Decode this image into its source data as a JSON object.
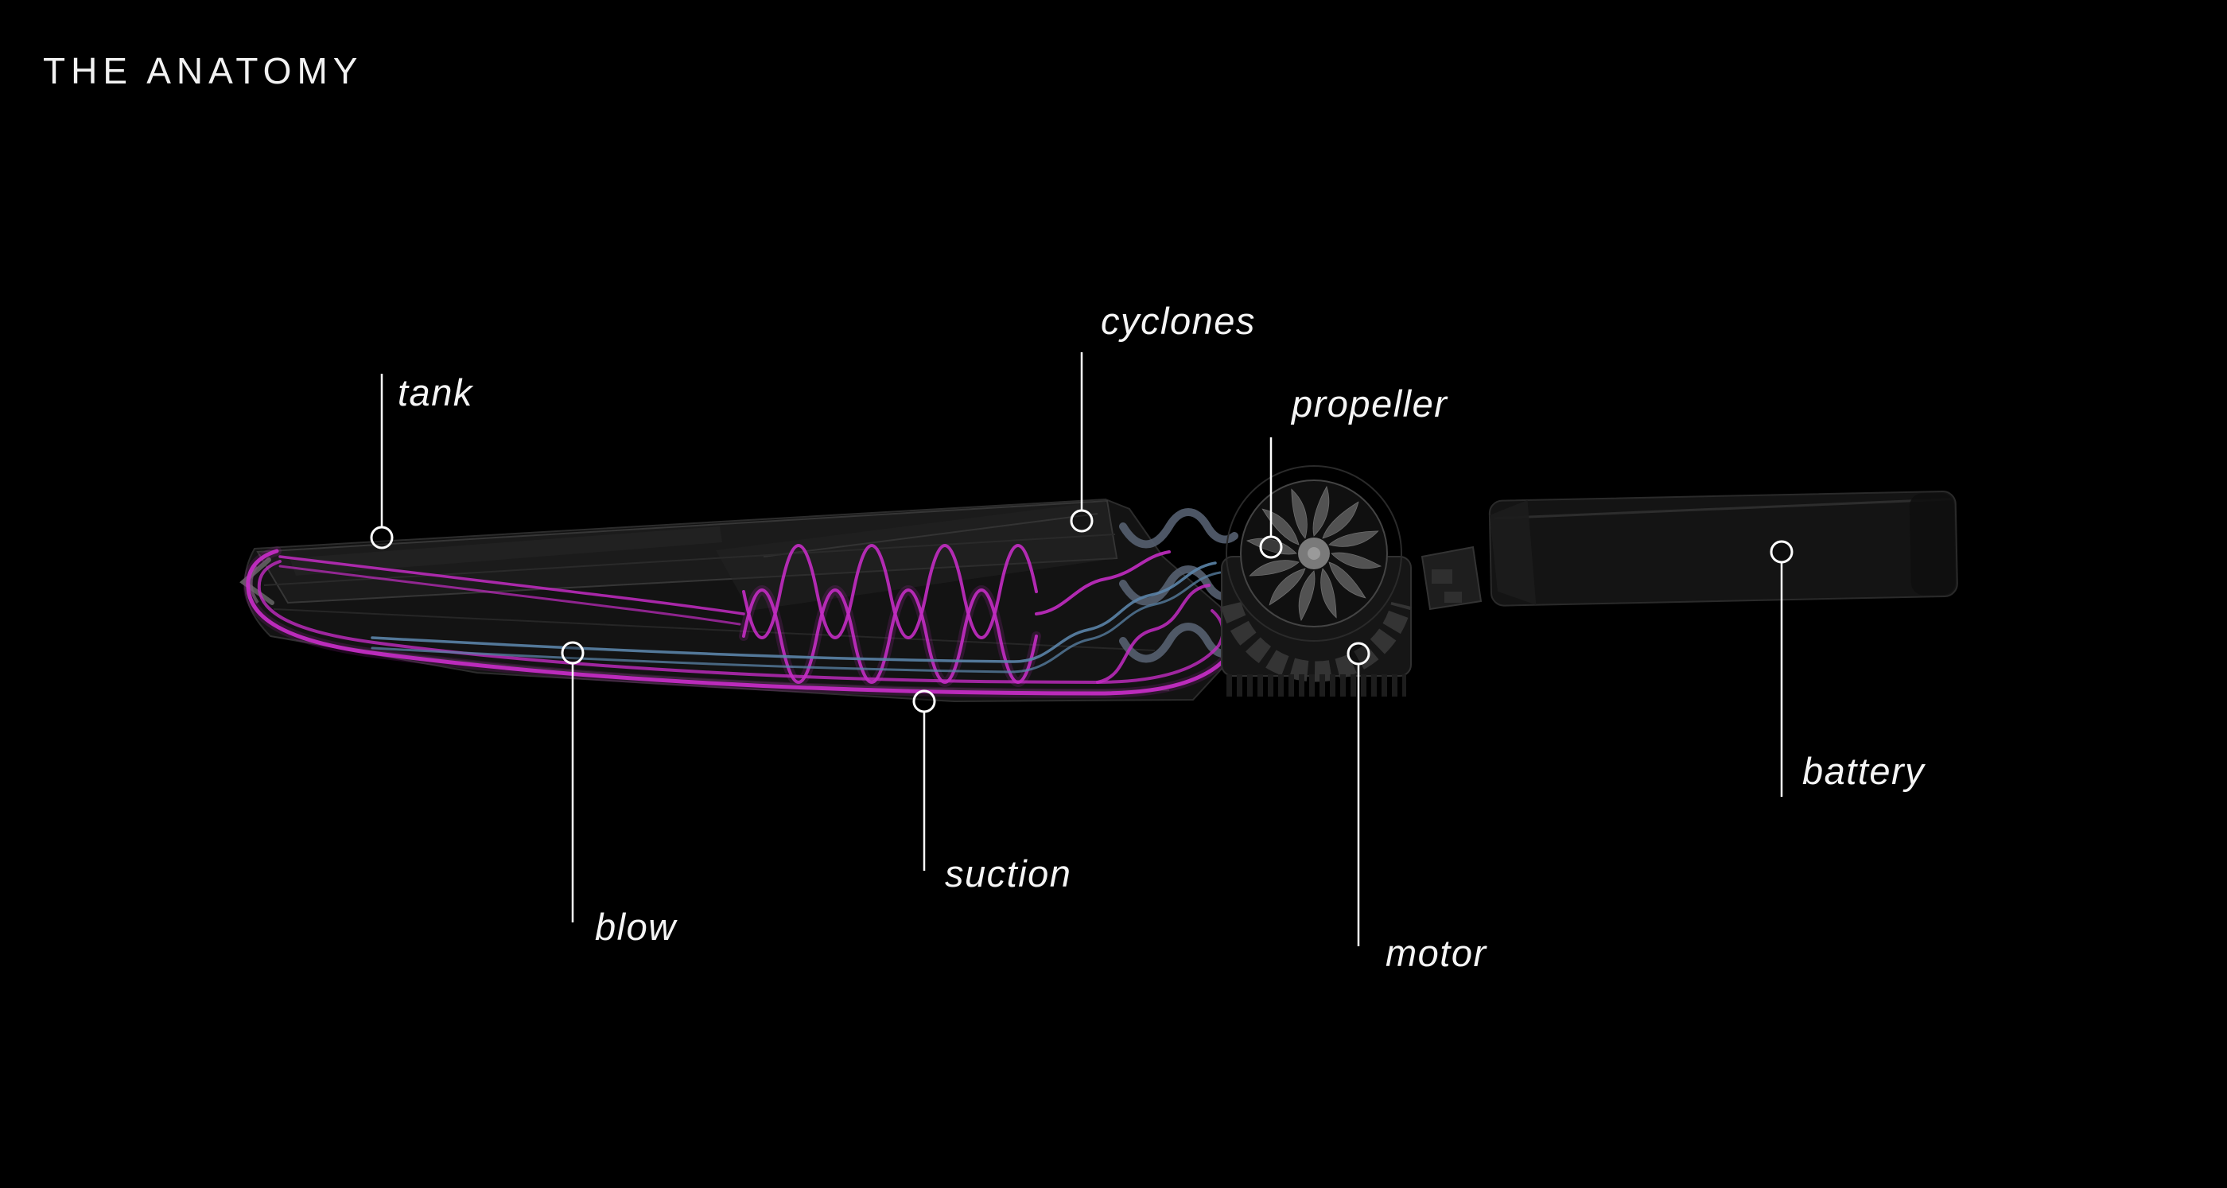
{
  "title": "THE ANATOMY",
  "labels": {
    "tank": "tank",
    "cyclones": "cyclones",
    "propeller": "propeller",
    "battery": "battery",
    "blow": "blow",
    "suction": "suction",
    "motor": "motor"
  },
  "colors": {
    "background": "#000000",
    "text": "#f5f5f5",
    "leader": "#ffffff",
    "magenta": "#c32cc3",
    "blue": "#5b84a8"
  }
}
